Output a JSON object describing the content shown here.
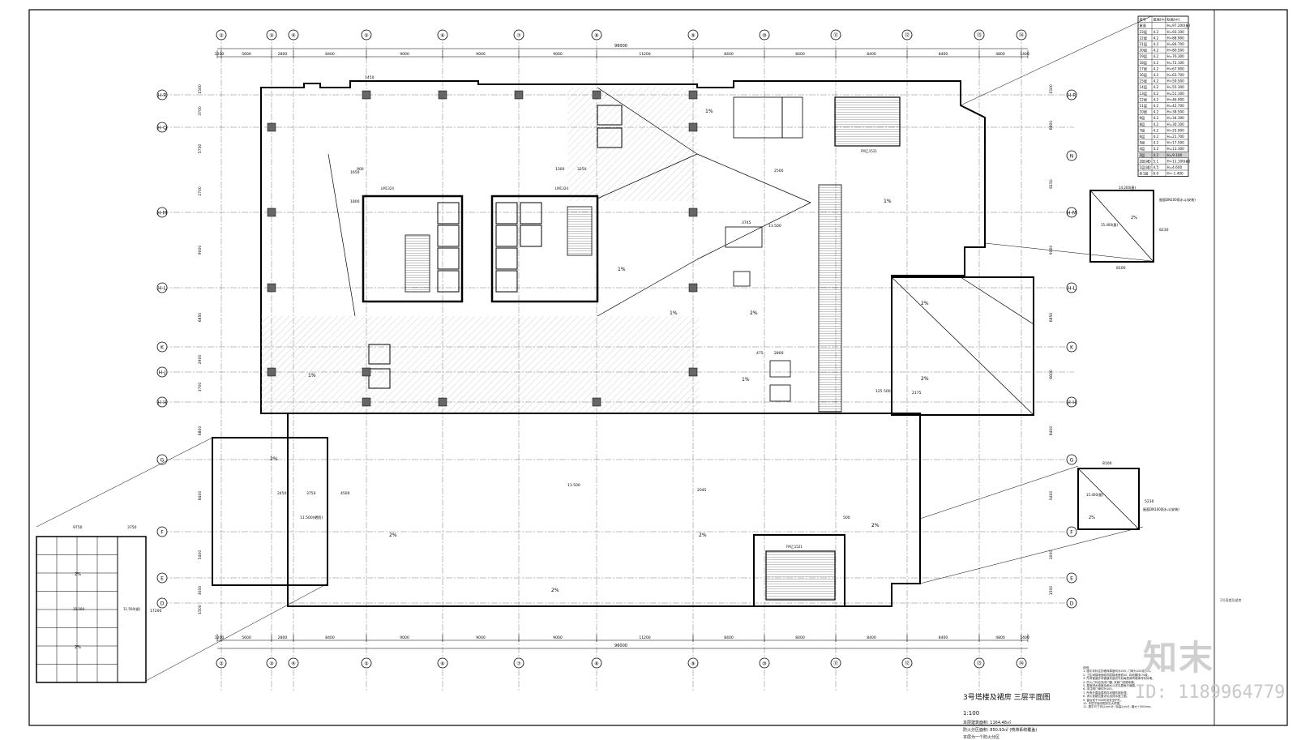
{
  "drawing": {
    "title": "3号塔楼及裙房 三层平面图",
    "scale": "1:100",
    "area_lines": [
      "本层建筑面积: 1164.48㎡",
      "防火分区面积: 850.93㎡ (喷淋系统覆盖)",
      "本层为一个防火分区"
    ]
  },
  "overall_dimension": "96000",
  "bottom_dimension": "96000",
  "top_spans": [
    "1200",
    "5600",
    "2800",
    "8400",
    "9000",
    "9000",
    "9000",
    "11200",
    "8400",
    "8400",
    "8400",
    "8400",
    "4800",
    "1400"
  ],
  "bottom_spans": [
    "1200",
    "5600",
    "2800",
    "8400",
    "9000",
    "9000",
    "9000",
    "11200",
    "8400",
    "8400",
    "8400",
    "8400",
    "4800",
    "1400"
  ],
  "top_axes": [
    "②",
    "③",
    "④",
    "⑤",
    "⑥",
    "⑦",
    "⑧",
    "⑨",
    "⑩",
    "⑪",
    "⑫",
    "⑬",
    "⑭"
  ],
  "bottom_axes": [
    "②",
    "③",
    "④",
    "⑤",
    "⑥",
    "⑦",
    "⑧",
    "⑨",
    "⑩",
    "⑪",
    "⑫",
    "⑬",
    "⑭"
  ],
  "left_axes": [
    "H-R",
    "H-Q",
    "H-M",
    "H-L",
    "K",
    "H-J",
    "H-H",
    "G",
    "F",
    "E",
    "D"
  ],
  "right_axes": [
    "H-R",
    "N",
    "H-M",
    "H-L",
    "K",
    "H-H",
    "G",
    "F",
    "E",
    "D"
  ],
  "left_spans": [
    "1500",
    "3700",
    "5750",
    "2700",
    "9000",
    "6850",
    "2900",
    "3700",
    "6800",
    "8400",
    "5400",
    "3000",
    "1500"
  ],
  "right_spans": [
    "1500",
    "6800",
    "6150",
    "9000",
    "6850",
    "6600",
    "8400",
    "5400",
    "3000",
    "1500"
  ],
  "floor_table": {
    "headers": [
      "层号",
      "层高(m)",
      "标高(m)"
    ],
    "rows": [
      [
        "屋面",
        "",
        "H=97.200(屋)"
      ],
      [
        "23层",
        "4.2",
        "H=93.100"
      ],
      [
        "22层",
        "4.2",
        "H=88.900"
      ],
      [
        "21层",
        "4.2",
        "H=84.700"
      ],
      [
        "20层",
        "4.2",
        "H=80.500"
      ],
      [
        "19层",
        "4.2",
        "H=76.300"
      ],
      [
        "18层",
        "4.2",
        "H=72.100"
      ],
      [
        "17层",
        "4.2",
        "H=67.900"
      ],
      [
        "16层",
        "4.2",
        "H=63.700"
      ],
      [
        "15层",
        "4.2",
        "H=59.500"
      ],
      [
        "14层",
        "4.2",
        "H=55.300"
      ],
      [
        "13层",
        "4.2",
        "H=51.100"
      ],
      [
        "12层",
        "4.2",
        "H=46.900"
      ],
      [
        "11层",
        "4.2",
        "H=42.700"
      ],
      [
        "10层",
        "4.2",
        "H=38.500"
      ],
      [
        "9层",
        "4.2",
        "H=34.300"
      ],
      [
        "8层",
        "4.2",
        "H=30.100"
      ],
      [
        "7层",
        "4.2",
        "H=25.900"
      ],
      [
        "6层",
        "4.2",
        "H=21.700"
      ],
      [
        "5层",
        "4.2",
        "H=17.500"
      ],
      [
        "4层",
        "4.2",
        "H=13.300"
      ],
      [
        "3层",
        "4.2",
        "H=9.100"
      ],
      [
        "2层(裙)",
        "5.1",
        "H=11.100(裙)"
      ],
      [
        "1层(裙)",
        "4.5",
        "H=4.600"
      ],
      [
        "负1层",
        "6.0",
        "H=-1.400"
      ]
    ],
    "highlight_row": 21
  },
  "roof_detail_right": {
    "width_label": "8100",
    "height_label": "8230",
    "elev_label": "15.400(屋)",
    "top_label": "14.200(屋)",
    "slope": "2%",
    "note": "屋面DN100雨水斗(安装)"
  },
  "roof_detail_right2": {
    "width_label": "8100",
    "height_label": "5230",
    "elev_label": "15.400(屋)",
    "slope": "2%",
    "note": "屋面DN100雨水斗(安装)"
  },
  "detail_left": {
    "dims": [
      "9750",
      "3750"
    ],
    "slope": "2%",
    "elev": "15.500",
    "elev2": "11.500(裙)",
    "height": "17200"
  },
  "plan_labels": {
    "stair1": "FM乙1521",
    "stair2": "FM乙1521",
    "door1": "LM1324",
    "door2": "LM1324",
    "roof_elev": "11.500(裙房)",
    "slope_1": "1%",
    "slope_2": "2%",
    "dim_3745": "3745",
    "dim_2800": "2800",
    "dim_475": "475",
    "dim_3750": "3750",
    "dim_4500": "4500",
    "dim_2450": "2450",
    "dim_2045": "2045",
    "dim_1300": "1300",
    "dim_500": "500",
    "dim_1450": "1450",
    "dim_900": "900",
    "dim_1650": "1650",
    "dim_1800": "1800",
    "dim_2500": "2500",
    "dim_3250": "3250",
    "dim_2175": "2175",
    "dim_125": "125 500",
    "elev_11500": "11.500",
    "elev_13500": "13.500"
  },
  "watermark_brand": "知末",
  "watermark_id": "ID: 1189964779",
  "side_label": "3号塔楼及裙房",
  "notes": [
    "说明:",
    "1. 图中未标注的墙体厚度均为200, 门垛为100或200。",
    "2. 卫生间楼地面较同层楼地面低20, 向地漏找1%坡。",
    "3. 所有管道井待管道安装完毕后每层用同墙体材料封堵。",
    "4. 防火门均应设闭门器, 双扇门设顺序器。",
    "5. 屋面排水坡度及雨水斗详见屋面平面图。",
    "6. 未注明门垛均为100。",
    "7. 所有外露金属构件均做防锈处理。",
    "8. 消火栓箱位置详见给排水施工图。",
    "9. 窗台低于900时设安全护栏。",
    "10. 本层平面详图另见大样图。",
    "11. 图中尺寸均以mm计, 标高以m计, 最大+300mm。"
  ]
}
